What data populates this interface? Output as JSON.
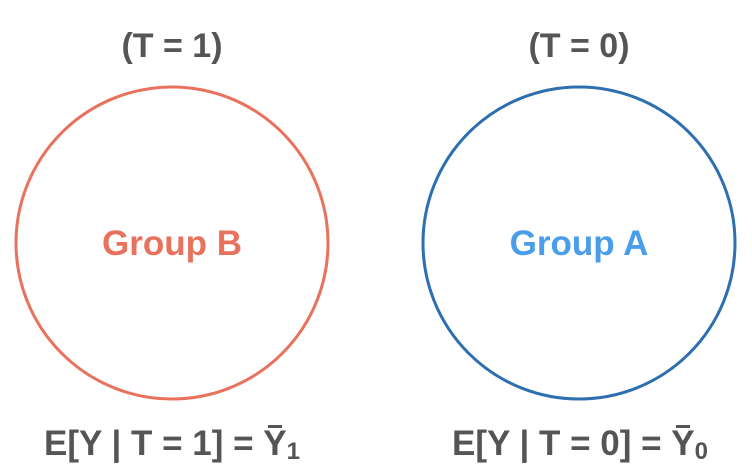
{
  "left_group": {
    "header": "(T = 1)",
    "label": "Group B",
    "color": "#e8725d",
    "formula_prefix": "E[Y | T = 1] = ",
    "formula_var": "Y",
    "formula_sub": "1"
  },
  "right_group": {
    "header": "(T = 0)",
    "label": "Group A",
    "color": "#4a9de8",
    "circle_color": "#2e6fb0",
    "formula_prefix": "E[Y | T = 0] = ",
    "formula_var": "Y",
    "formula_sub": "0"
  }
}
